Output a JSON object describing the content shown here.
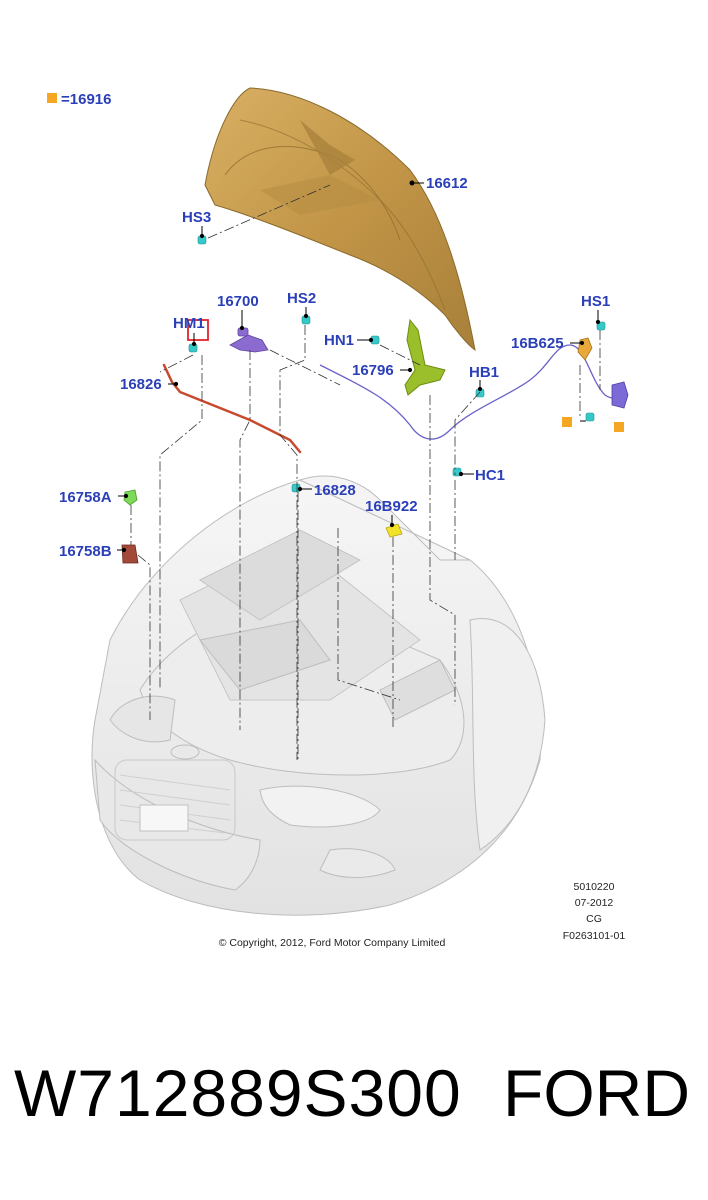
{
  "legend": {
    "marker_color": "#f5a623",
    "text": "=16916"
  },
  "callouts": {
    "hood": "16612",
    "hs3": "HS3",
    "hinge": "16700",
    "hs2": "HS2",
    "hm1": "HM1",
    "prop_rod": "16826",
    "hn1": "HN1",
    "latch_frame": "16796",
    "hb1": "HB1",
    "cable_clip": "16B625",
    "hs1": "HS1",
    "hc1": "HC1",
    "rod_clip": "16828",
    "bumper_a": "16758A",
    "bumper_b": "16758B",
    "insulator": "16B922"
  },
  "meta": {
    "code": "5010220",
    "date": "07-2012",
    "cg": "CG",
    "fig": "F0263101-01",
    "copyright": "© Copyright, 2012, Ford Motor Company Limited"
  },
  "caption": {
    "part_number": "W712889S300",
    "brand": "FORD"
  },
  "colors": {
    "label": "#2a3fb8",
    "hood": "#c9a24f",
    "hinge": "#8c6bd1",
    "cable": "#6a63c9",
    "prop_rod": "#c84a2e",
    "latch_frame": "#9bbf2a",
    "fastener": "#37c9c9",
    "highlight_box": "#e0242c",
    "insulator": "#f3e22a"
  }
}
